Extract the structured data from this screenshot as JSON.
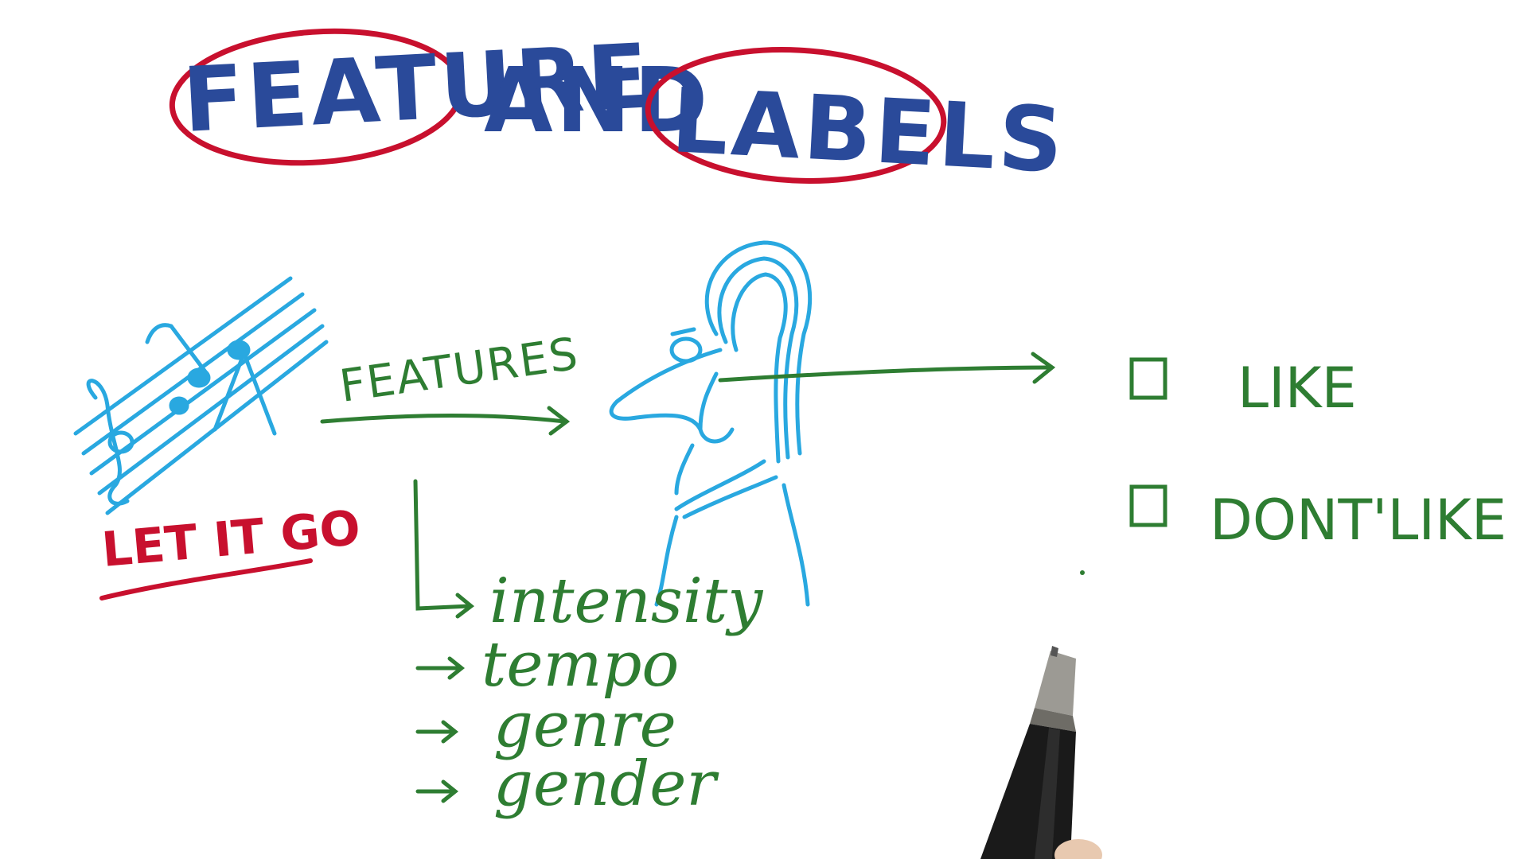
{
  "title": {
    "word1": "FEATURE",
    "word2": "AND",
    "word3": "LABELS"
  },
  "song": {
    "name": "LET IT GO",
    "icon": "music-staff-icon"
  },
  "features_label": "FEATURES",
  "person_icon": "listener-sketch-icon",
  "feature_list": [
    "intensity",
    "tempo",
    "genre",
    "gender"
  ],
  "labels": [
    {
      "text": "LIKE"
    },
    {
      "text": "DONT'LIKE"
    }
  ],
  "pen_icon": "pen-icon",
  "colors": {
    "title_blue": "#2a4a9a",
    "circle_red": "#c8102e",
    "green": "#2e7d32",
    "cyan": "#29a8e0",
    "pen_body": "#1a1a1a"
  }
}
